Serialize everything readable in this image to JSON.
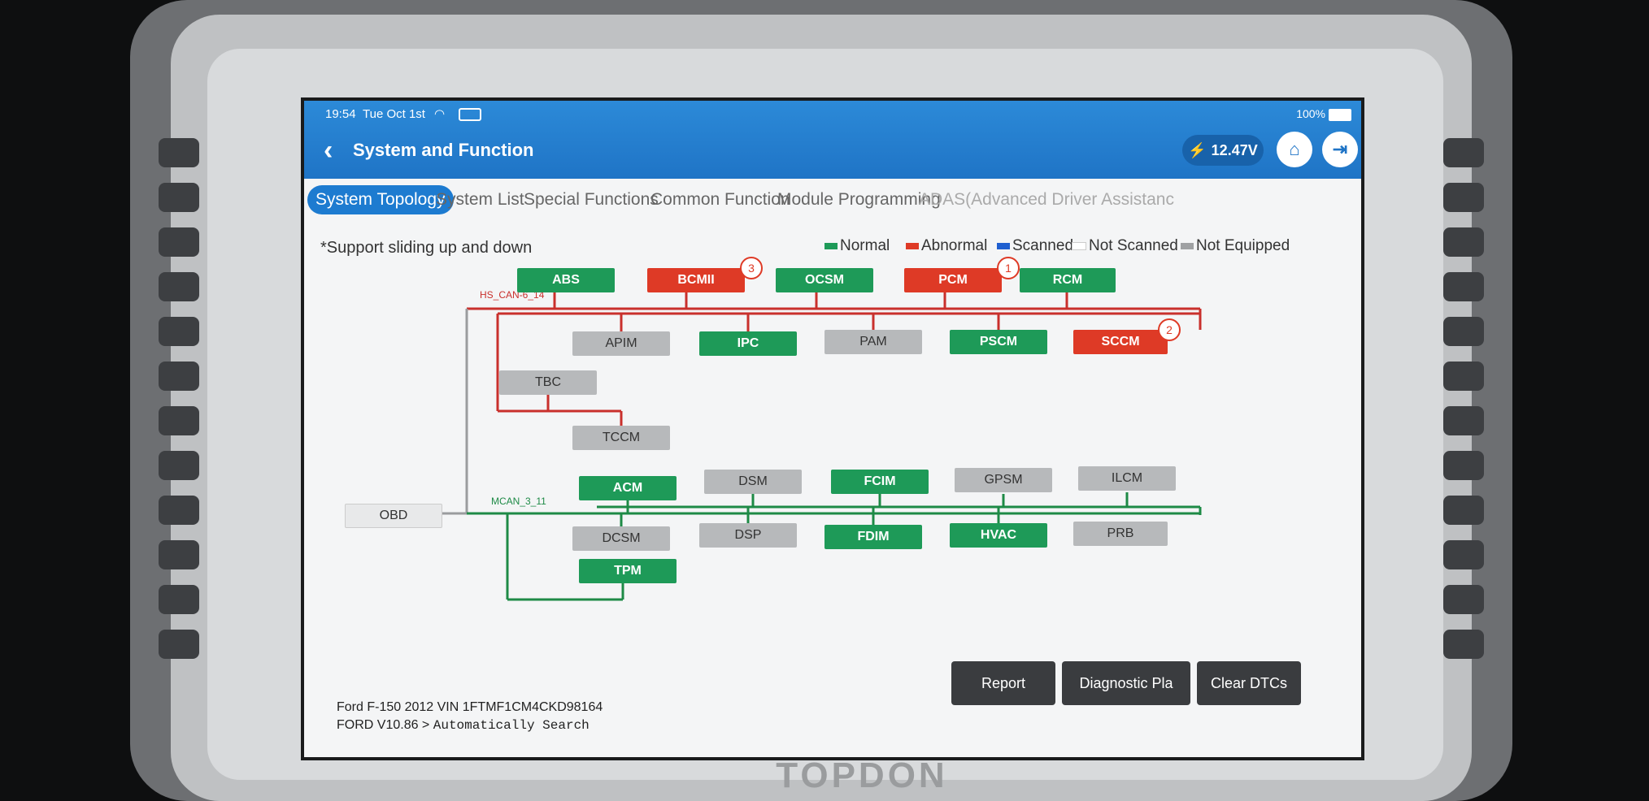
{
  "device": {
    "brand": "TOPDON"
  },
  "status_bar": {
    "time": "19:54",
    "date": "Tue Oct 1st",
    "battery": "100%"
  },
  "header": {
    "back_icon": "back-arrow-icon",
    "title": "System and Function",
    "voltage": "12.47V",
    "home_icon": "home-icon",
    "exit_icon": "exit-icon"
  },
  "tabs": [
    {
      "label": "System Topology",
      "active": true
    },
    {
      "label": "System List"
    },
    {
      "label": "Special Functions"
    },
    {
      "label": "Common Function"
    },
    {
      "label": "Module Programming"
    },
    {
      "label": "ADAS(Advanced Driver Assistanc"
    }
  ],
  "hint": "*Support sliding up and down",
  "legend": [
    {
      "label": "Normal",
      "color": "#1e9a58"
    },
    {
      "label": "Abnormal",
      "color": "#de3a26"
    },
    {
      "label": "Scanned",
      "color": "#1f5fd0"
    },
    {
      "label": "Not Scanned",
      "color": "#ffffff"
    },
    {
      "label": "Not Equipped",
      "color": "#9fa1a3"
    }
  ],
  "topology": {
    "obd": "OBD",
    "buses": [
      {
        "name": "HS_CAN-6_14",
        "color": "#c9302c"
      },
      {
        "name": "MCAN_3_11",
        "color": "#1e8a46"
      }
    ],
    "modules": [
      {
        "name": "ABS",
        "status": "normal"
      },
      {
        "name": "BCMII",
        "status": "abnormal",
        "dtcs": "3"
      },
      {
        "name": "OCSM",
        "status": "normal"
      },
      {
        "name": "PCM",
        "status": "abnormal",
        "dtcs": "1"
      },
      {
        "name": "RCM",
        "status": "normal"
      },
      {
        "name": "APIM",
        "status": "not-equipped"
      },
      {
        "name": "IPC",
        "status": "normal"
      },
      {
        "name": "PAM",
        "status": "not-equipped"
      },
      {
        "name": "PSCM",
        "status": "normal"
      },
      {
        "name": "SCCM",
        "status": "abnormal",
        "dtcs": "2"
      },
      {
        "name": "TBC",
        "status": "not-equipped"
      },
      {
        "name": "TCCM",
        "status": "not-equipped"
      },
      {
        "name": "ACM",
        "status": "normal"
      },
      {
        "name": "DSM",
        "status": "not-equipped"
      },
      {
        "name": "FCIM",
        "status": "normal"
      },
      {
        "name": "GPSM",
        "status": "not-equipped"
      },
      {
        "name": "ILCM",
        "status": "not-equipped"
      },
      {
        "name": "DCSM",
        "status": "not-equipped"
      },
      {
        "name": "DSP",
        "status": "not-equipped"
      },
      {
        "name": "FDIM",
        "status": "normal"
      },
      {
        "name": "HVAC",
        "status": "normal"
      },
      {
        "name": "PRB",
        "status": "not-equipped"
      },
      {
        "name": "TPM",
        "status": "normal"
      }
    ]
  },
  "footer": {
    "vehicle": "Ford  F-150  2012  VIN  1FTMF1CM4CKD98164",
    "path_prefix": "FORD V10.86 >",
    "path": "Automatically Search",
    "buttons": [
      "Report",
      "Diagnostic Pla",
      "Clear DTCs"
    ]
  }
}
